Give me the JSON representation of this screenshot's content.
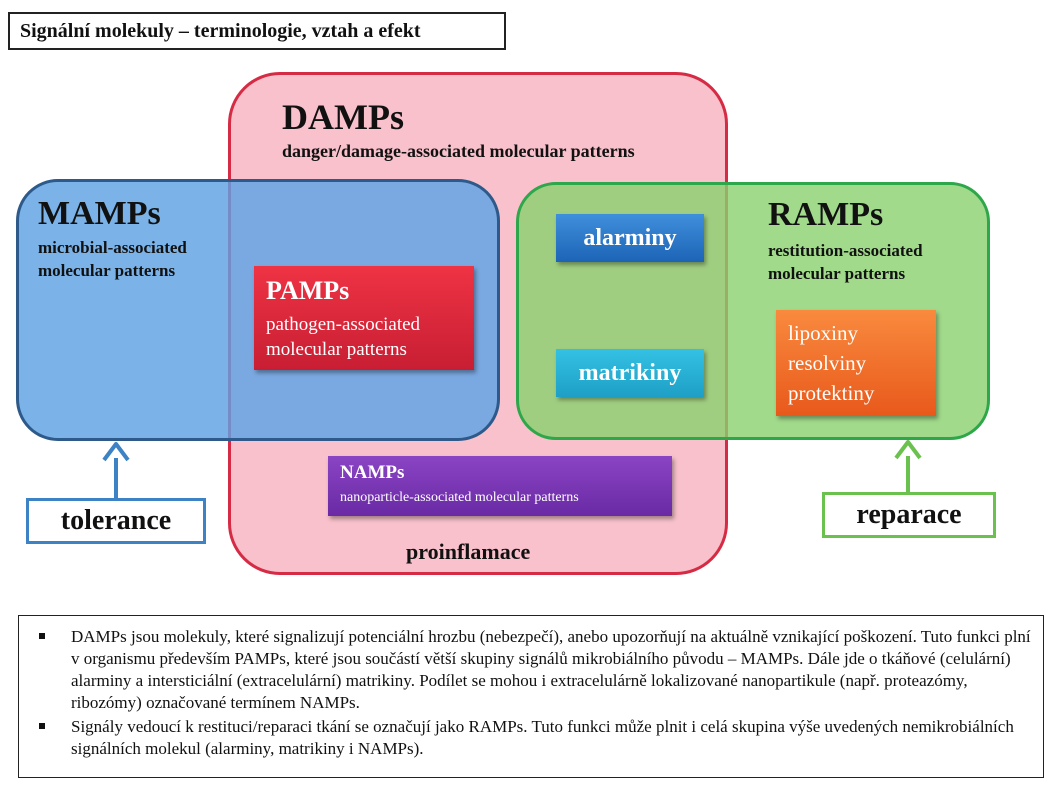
{
  "title": "Signální molekuly – terminologie, vztah a efekt",
  "damps": {
    "title": "DAMPs",
    "subtitle": "danger/damage-associated molecular patterns",
    "color": "#f8c1cb",
    "border": "#d62b45"
  },
  "mamps": {
    "title": "MAMPs",
    "subtitle": "microbial-associated molecular patterns",
    "color": "#5ea2e4",
    "border": "#2d5a8a"
  },
  "ramps": {
    "title": "RAMPs",
    "subtitle": "restitution-associated molecular patterns",
    "color": "#8ad16e",
    "border": "#2ea64a"
  },
  "pamps": {
    "title": "PAMPs",
    "subtitle": "pathogen-associated molecular patterns",
    "color": "#e02a3c"
  },
  "alarminy": {
    "label": "alarminy",
    "color": "#2f7dcc"
  },
  "matrikiny": {
    "label": "matrikiny",
    "color": "#2bb3d8"
  },
  "lipo": {
    "items": [
      "lipoxiny",
      "resolviny",
      "protektiny"
    ],
    "color": "#f3742f"
  },
  "namps": {
    "title": "NAMPs",
    "subtitle": "nanoparticle-associated molecular patterns",
    "color": "#7a36b4"
  },
  "proinflamace": "proinflamace",
  "tolerance": {
    "label": "tolerance",
    "color": "#3d82c4"
  },
  "reparace": {
    "label": "reparace",
    "color": "#6bc14e"
  },
  "notes": [
    "DAMPs jsou molekuly, které signalizují potenciální hrozbu (nebezpečí), anebo upozorňují na aktuálně vznikající poškození. Tuto funkci plní v organismu především PAMPs, které jsou součástí větší skupiny signálů mikrobiálního původu – MAMPs. Dále jde o tkáňové (celulární) alarminy a intersticiální (extracelulární) matrikiny. Podílet se mohou i extracelulárně lokalizované nanopartikule (např. proteazómy, ribozómy) označované termínem NAMPs.",
    "Signály vedoucí k restituci/reparaci tkání se označují jako RAMPs. Tuto funkci může plnit i celá skupina výše uvedených nemikrobiálních signálních molekul (alarminy, matrikiny i NAMPs)."
  ]
}
